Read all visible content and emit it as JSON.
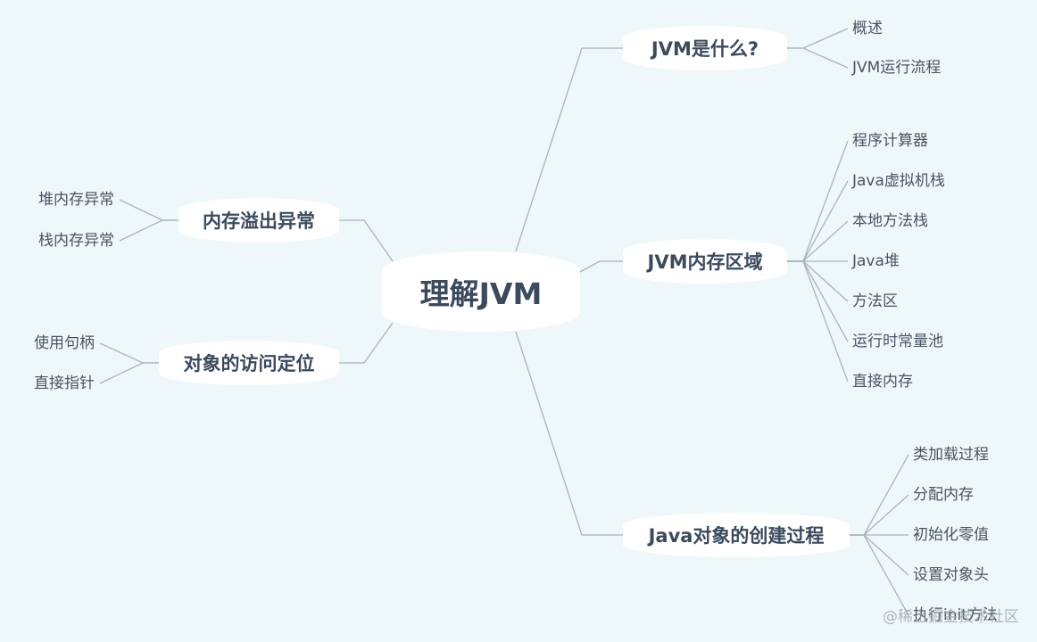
{
  "root": "理解JVM",
  "topics": {
    "what": {
      "label": "JVM是什么?",
      "children": [
        "概述",
        "JVM运行流程"
      ]
    },
    "memory": {
      "label": "JVM内存区域",
      "children": [
        "程序计算器",
        "Java虚拟机栈",
        "本地方法栈",
        "Java堆",
        "方法区",
        "运行时常量池",
        "直接内存"
      ]
    },
    "creation": {
      "label": "Java对象的创建过程",
      "children": [
        "类加载过程",
        "分配内存",
        "初始化零值",
        "设置对象头",
        "执行init方法"
      ]
    },
    "oom": {
      "label": "内存溢出异常",
      "children": [
        "堆内存异常",
        "栈内存异常"
      ]
    },
    "access": {
      "label": "对象的访问定位",
      "children": [
        "使用句柄",
        "直接指针"
      ]
    }
  },
  "watermark": "@稀土掘金技术社区"
}
